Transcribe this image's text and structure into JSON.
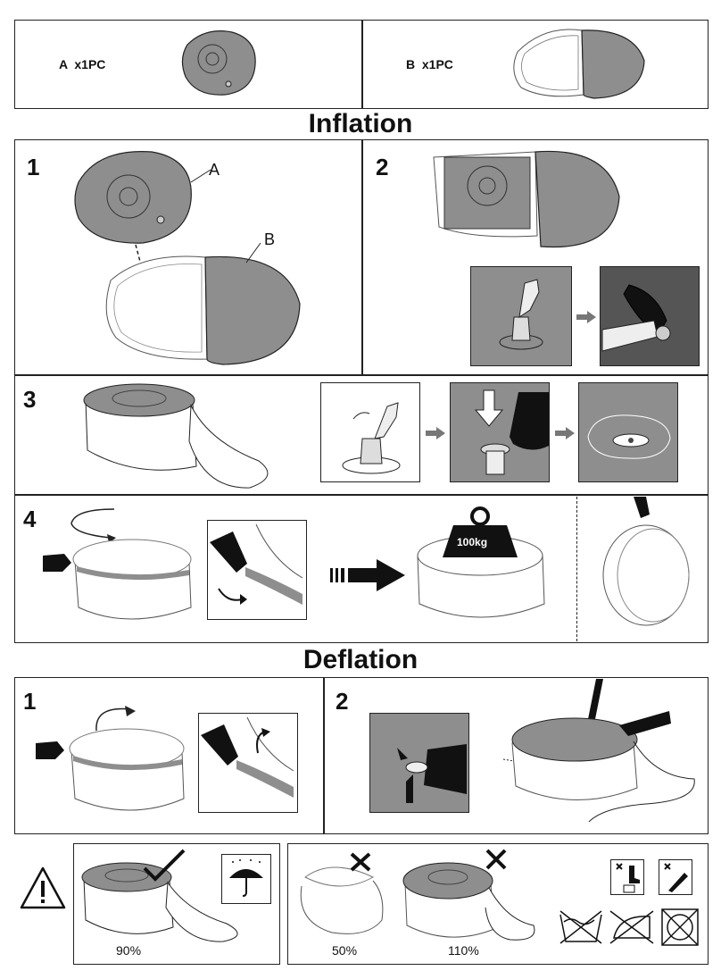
{
  "parts": {
    "a_label": "A  x1PC",
    "b_label": "B  x1PC"
  },
  "inflation": {
    "title": "Inflation",
    "step1": {
      "num": "1",
      "label_a": "A",
      "label_b": "B"
    },
    "step2": {
      "num": "2"
    },
    "step3": {
      "num": "3"
    },
    "step4": {
      "num": "4",
      "weight": "100kg"
    }
  },
  "deflation": {
    "title": "Deflation",
    "step1": {
      "num": "1"
    },
    "step2": {
      "num": "2"
    }
  },
  "warnings": {
    "ok_fill": "90%",
    "under_fill": "50%",
    "over_fill": "110%"
  }
}
